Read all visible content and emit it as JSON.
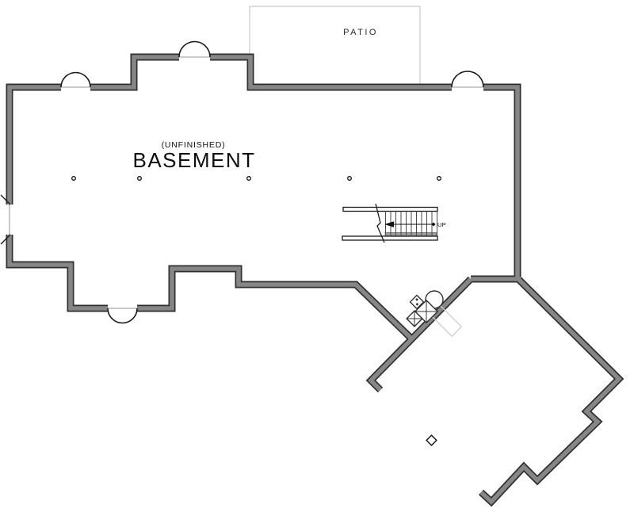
{
  "page": {
    "background": "#ffffff",
    "kind": "basement floor plan drawing"
  },
  "labels": {
    "patio": "PATIO",
    "unfinished": "(UNFINISHED)",
    "basement": "BASEMENT",
    "up": "UP"
  },
  "colors": {
    "wall_fill": "#868686",
    "wall_outline": "#2f2f2f",
    "thin_line": "#b9b9b9",
    "patio_outline": "#cccccc",
    "line_dark": "#1a1a1a"
  },
  "markers": {
    "column_dot_count": 5,
    "stair_tread_count": 11
  }
}
